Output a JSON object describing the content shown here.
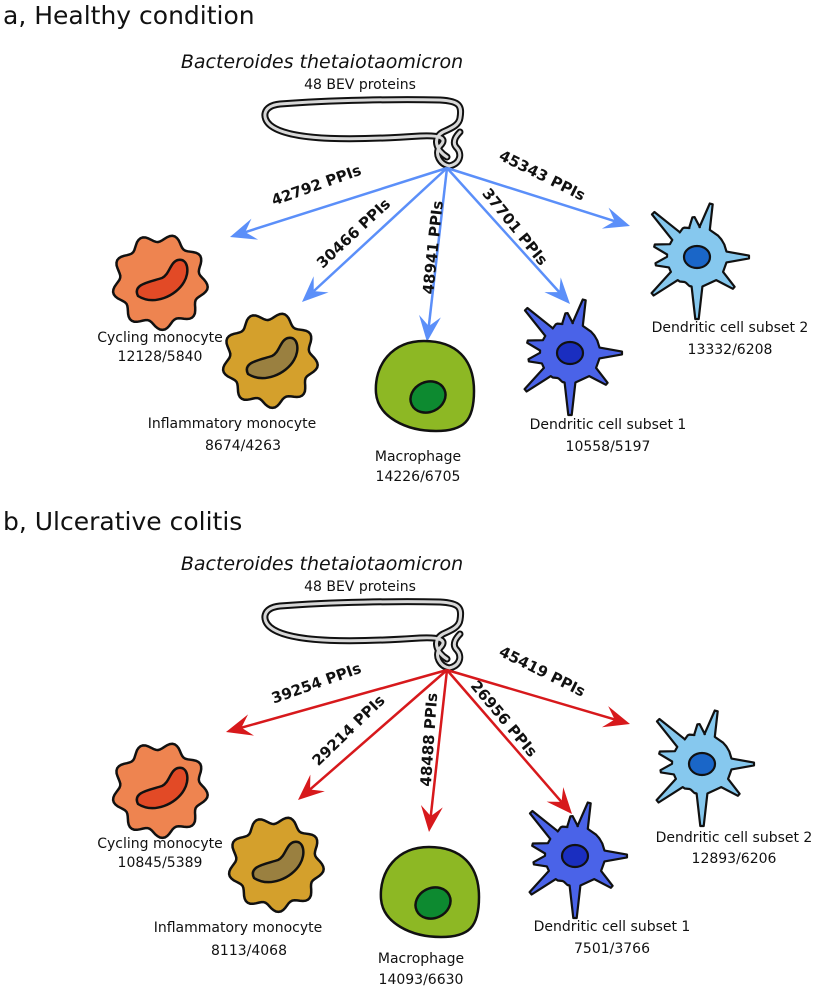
{
  "panels": [
    {
      "id": "a",
      "title": "a, Healthy condition",
      "organism": "Bacteroides thetaiotaomicron",
      "subtitle": "48 BEV proteins",
      "arrow_color": "#5b8ff9",
      "interactions": [
        {
          "label": "42792 PPIs",
          "target": "cycling-monocyte"
        },
        {
          "label": "30466 PPIs",
          "target": "inflammatory-monocyte"
        },
        {
          "label": "48941 PPIs",
          "target": "macrophage"
        },
        {
          "label": "37701 PPIs",
          "target": "dendritic-cell-subset-1"
        },
        {
          "label": "45343 PPIs",
          "target": "dendritic-cell-subset-2"
        }
      ],
      "cells": [
        {
          "id": "cycling-monocyte",
          "name": "Cycling monocyte",
          "counts": "12128/5840"
        },
        {
          "id": "inflammatory-monocyte",
          "name": "Inflammatory monocyte",
          "counts": "8674/4263"
        },
        {
          "id": "macrophage",
          "name": "Macrophage",
          "counts": "14226/6705"
        },
        {
          "id": "dendritic-cell-subset-1",
          "name": "Dendritic cell subset 1",
          "counts": "10558/5197"
        },
        {
          "id": "dendritic-cell-subset-2",
          "name": "Dendritic cell subset 2",
          "counts": "13332/6208"
        }
      ]
    },
    {
      "id": "b",
      "title": "b, Ulcerative colitis",
      "organism": "Bacteroides thetaiotaomicron",
      "subtitle": "48 BEV proteins",
      "arrow_color": "#d7191c",
      "interactions": [
        {
          "label": "39254 PPIs",
          "target": "cycling-monocyte"
        },
        {
          "label": "29214 PPIs",
          "target": "inflammatory-monocyte"
        },
        {
          "label": "48488 PPIs",
          "target": "macrophage"
        },
        {
          "label": "26956 PPIs",
          "target": "dendritic-cell-subset-1"
        },
        {
          "label": "45419 PPIs",
          "target": "dendritic-cell-subset-2"
        }
      ],
      "cells": [
        {
          "id": "cycling-monocyte",
          "name": "Cycling monocyte",
          "counts": "10845/5389"
        },
        {
          "id": "inflammatory-monocyte",
          "name": "Inflammatory monocyte",
          "counts": "8113/4068"
        },
        {
          "id": "macrophage",
          "name": "Macrophage",
          "counts": "14093/6630"
        },
        {
          "id": "dendritic-cell-subset-1",
          "name": "Dendritic cell subset 1",
          "counts": "7501/3766"
        },
        {
          "id": "dendritic-cell-subset-2",
          "name": "Dendritic cell subset 2",
          "counts": "12893/6206"
        }
      ]
    }
  ],
  "cell_colors": {
    "cycling-monocyte": {
      "body": "#ee8450",
      "nucleus": "#e24a26"
    },
    "inflammatory-monocyte": {
      "body": "#d4a02c",
      "nucleus": "#9a8040"
    },
    "macrophage": {
      "body": "#8db824",
      "nucleus": "#0d8a30"
    },
    "dendritic-cell-subset-1": {
      "body": "#4a63e8",
      "nucleus": "#1a2ec0"
    },
    "dendritic-cell-subset-2": {
      "body": "#86c8ee",
      "nucleus": "#1a66c8"
    }
  }
}
